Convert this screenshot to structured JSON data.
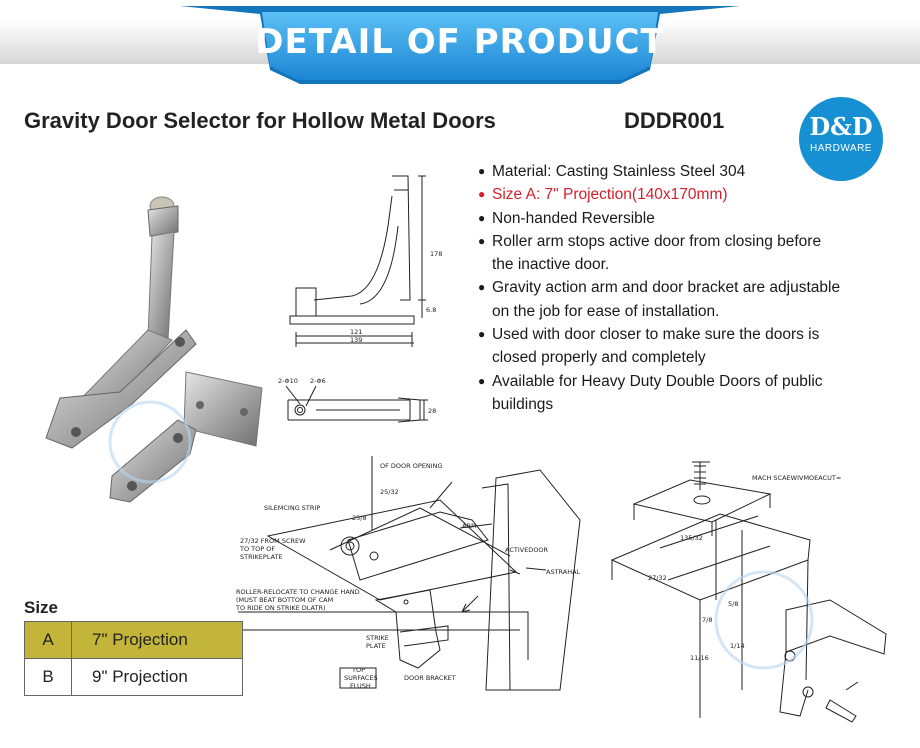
{
  "banner": {
    "title": "DETAIL OF PRODUCT"
  },
  "product": {
    "title": "Gravity Door Selector for Hollow Metal Doors",
    "code": "DDDR001"
  },
  "logo": {
    "name": "D&D",
    "sub": "HARDWARE"
  },
  "features": [
    "Material: Casting Stainless Steel 304",
    "Size A: 7\" Projection(140x170mm)",
    "Non-handed Reversible",
    "Roller arm  stops active door from closing before",
    "the inactive door.",
    "Gravity action arm and door bracket are adjustable",
    "on the job for ease of installation.",
    "Used with door closer to make sure the doors is",
    "closed properly and completely",
    "Available for Heavy Duty Double Doors of public",
    "buildings"
  ],
  "size_table": {
    "heading": "Size",
    "rows": [
      {
        "key": "A",
        "value": "7\" Projection"
      },
      {
        "key": "B",
        "value": "9\" Projection"
      }
    ]
  },
  "drawing_labels": {
    "dim_178": "178",
    "dim_68": "6.8",
    "dim_121": "121",
    "dim_139": "139",
    "dim_10": "2-Φ10",
    "dim_6": "2-Φ6",
    "dim_28": "28",
    "door_opening": "OF DOOR OPENING",
    "silencing_strip": "SILEMCING STRIP",
    "d_25_32": "25/32",
    "d_25_8": "25/8",
    "arm": "ARM",
    "active_door": "ACTIVEDOOR",
    "astrahal": "ASTRAHAL",
    "from_screw_1": "27/32 FROM SCREW",
    "from_screw_2": "TO TOP OF",
    "from_screw_3": "STRIKEPLATE",
    "roller_1": "ROLLER-RELOCATE TO CHANGE HAND",
    "roller_2": "(MUST BEAT BOTTOM OF CAM",
    "roller_3": "TO RIDE ON STRIKE DLATR)",
    "strike_1": "STRIKE",
    "strike_2": "PLATE",
    "top_1": "TOP",
    "top_2": "SURFACES",
    "top_3": "FLUSH",
    "door_bracket": "DOOR BRACKET",
    "mach_screw": "MACH SCAEWIVMOEACUT=",
    "d_135_32": "135/32",
    "d_27_32": "27/32",
    "d_7_8": "7/8",
    "d_5_8": "5/8",
    "d_11_16": "11/16",
    "d_1_14": "1/14"
  },
  "colors": {
    "banner": "#2aa3e6",
    "logo": "#1690d2",
    "highlight": "#d4202a",
    "table_selected": "#c2b53a"
  }
}
